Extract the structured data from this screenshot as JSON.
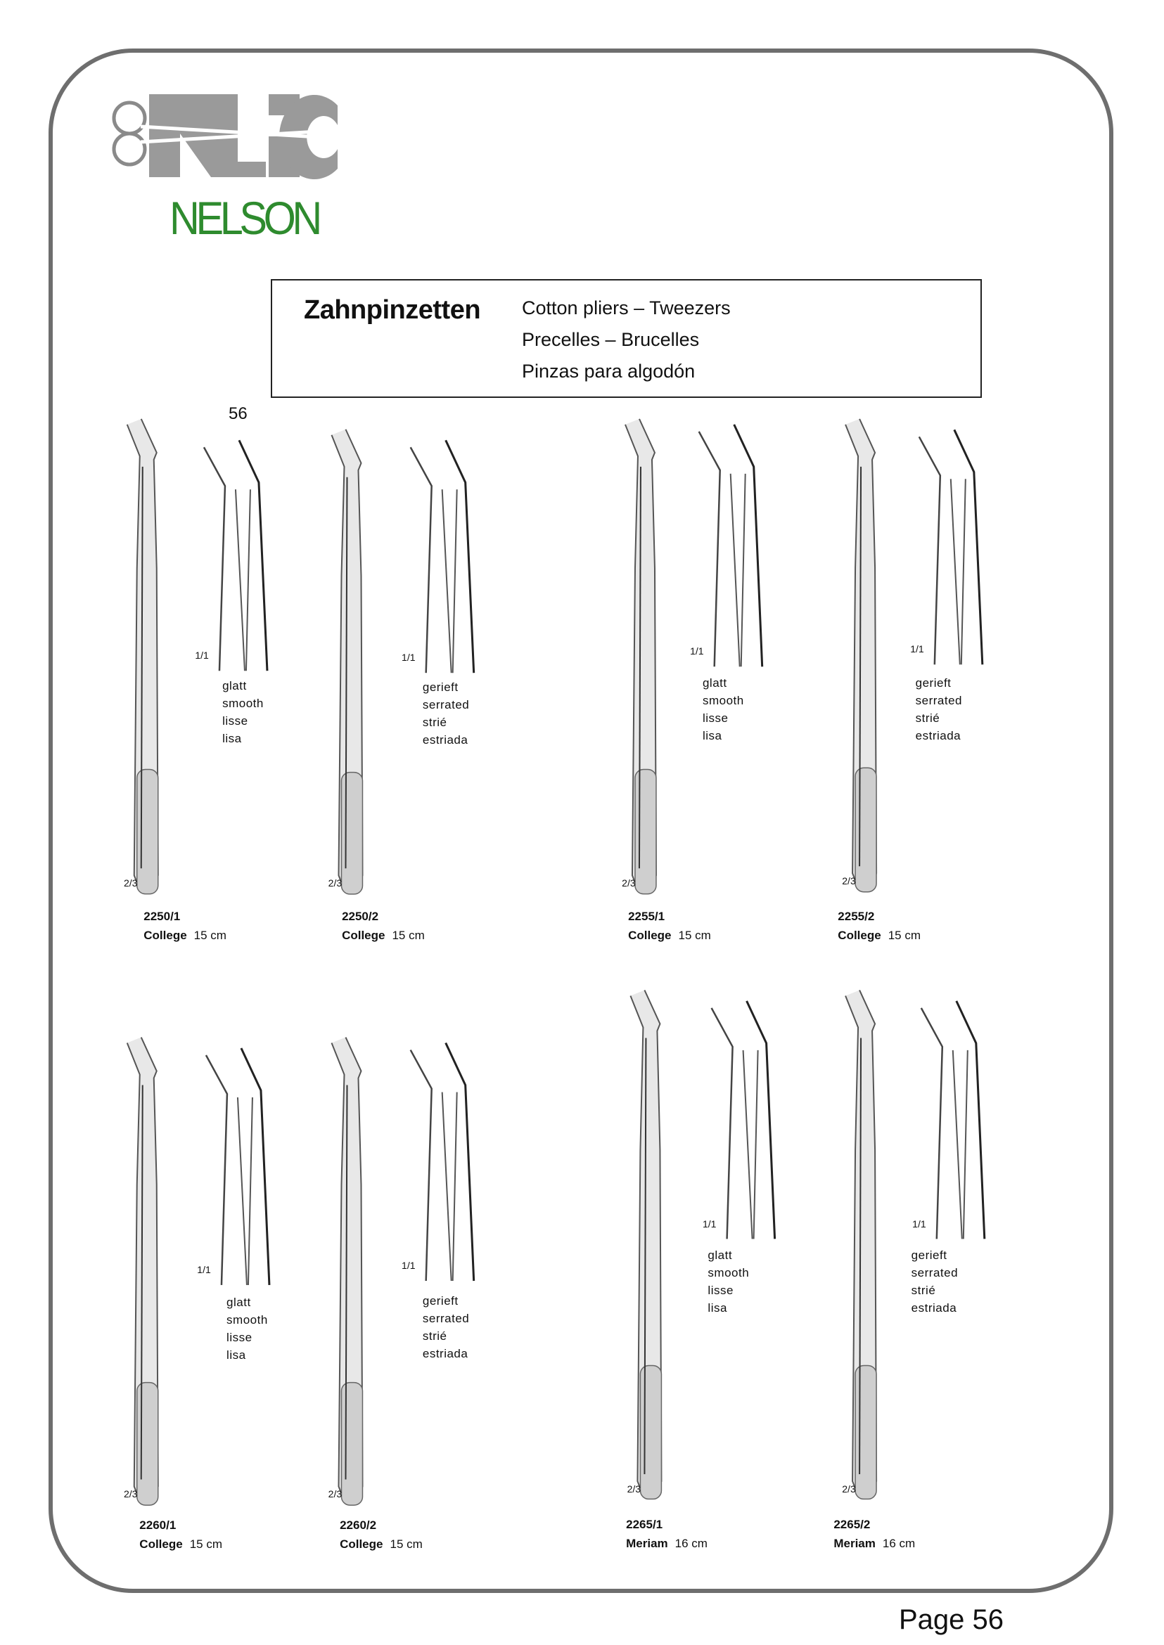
{
  "logo": {
    "mark": "NLSC",
    "wordmark": "NELSON",
    "mark_color": "#9a9a9a",
    "wordmark_color": "#2e8b2e"
  },
  "header": {
    "title": "Zahnpinzetten",
    "subtitles": [
      "Cotton pliers – Tweezers",
      "Precelles – Brucelles",
      "Pinzas para algodón"
    ]
  },
  "catalog_page_number": "56",
  "products": [
    {
      "code": "2250/1",
      "name": "College",
      "size": "15 cm",
      "surface": [
        "glatt",
        "smooth",
        "lisse",
        "lisa"
      ],
      "scale_full": "2/3",
      "scale_detail": "1/1"
    },
    {
      "code": "2250/2",
      "name": "College",
      "size": "15 cm",
      "surface": [
        "gerieft",
        "serrated",
        "strié",
        "estriada"
      ],
      "scale_full": "2/3",
      "scale_detail": "1/1"
    },
    {
      "code": "2255/1",
      "name": "College",
      "size": "15 cm",
      "surface": [
        "glatt",
        "smooth",
        "lisse",
        "lisa"
      ],
      "scale_full": "2/3",
      "scale_detail": "1/1"
    },
    {
      "code": "2255/2",
      "name": "College",
      "size": "15 cm",
      "surface": [
        "gerieft",
        "serrated",
        "strié",
        "estriada"
      ],
      "scale_full": "2/3",
      "scale_detail": "1/1"
    },
    {
      "code": "2260/1",
      "name": "College",
      "size": "15 cm",
      "surface": [
        "glatt",
        "smooth",
        "lisse",
        "lisa"
      ],
      "scale_full": "2/3",
      "scale_detail": "1/1"
    },
    {
      "code": "2260/2",
      "name": "College",
      "size": "15 cm",
      "surface": [
        "gerieft",
        "serrated",
        "strié",
        "estriada"
      ],
      "scale_full": "2/3",
      "scale_detail": "1/1"
    },
    {
      "code": "2265/1",
      "name": "Meriam",
      "size": "16 cm",
      "surface": [
        "glatt",
        "smooth",
        "lisse",
        "lisa"
      ],
      "scale_full": "2/3",
      "scale_detail": "1/1"
    },
    {
      "code": "2265/2",
      "name": "Meriam",
      "size": "16 cm",
      "surface": [
        "gerieft",
        "serrated",
        "strié",
        "estriada"
      ],
      "scale_full": "2/3",
      "scale_detail": "1/1"
    }
  ],
  "footer": {
    "page_label": "Page 56"
  }
}
